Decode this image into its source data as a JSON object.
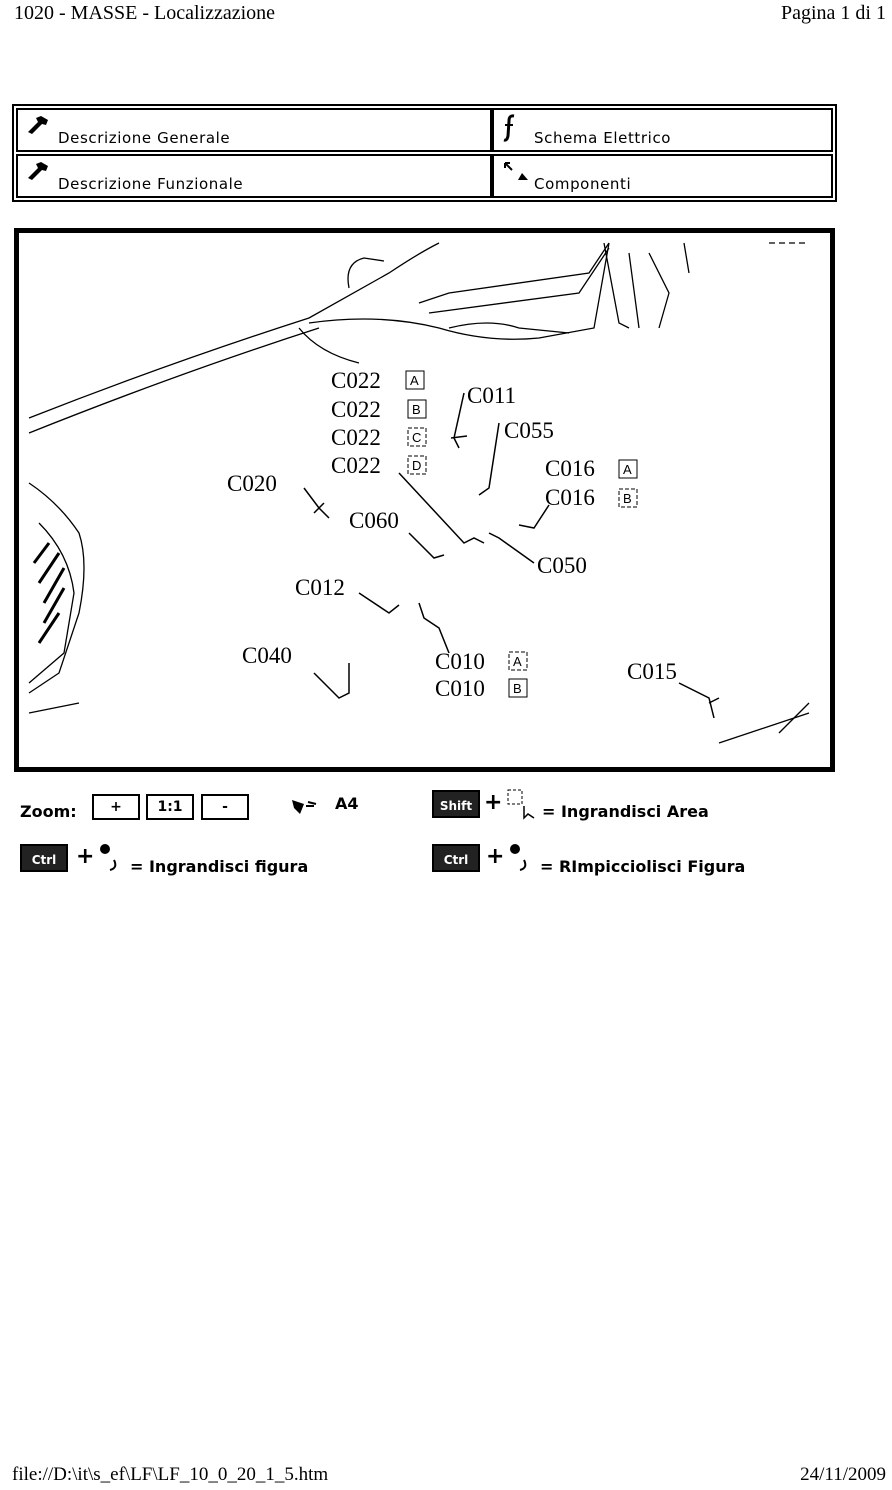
{
  "print_header": {
    "title": "1020 - MASSE - Localizzazione",
    "page": "Pagina 1 di 1"
  },
  "nav": {
    "descrizione_generale": "Descrizione Generale",
    "schema_elettrico": "Schema Elettrico",
    "descrizione_funzionale": "Descrizione Funzionale",
    "componenti": "Componenti"
  },
  "figure": {
    "labels": [
      {
        "id": "c022a",
        "text": "C022",
        "box": "A"
      },
      {
        "id": "c022b",
        "text": "C022",
        "box": "B"
      },
      {
        "id": "c022c",
        "text": "C022",
        "box": "C"
      },
      {
        "id": "c022d",
        "text": "C022",
        "box": "D"
      },
      {
        "id": "c011",
        "text": "C011",
        "box": ""
      },
      {
        "id": "c055",
        "text": "C055",
        "box": ""
      },
      {
        "id": "c016a",
        "text": "C016",
        "box": "A"
      },
      {
        "id": "c016b",
        "text": "C016",
        "box": "B"
      },
      {
        "id": "c020",
        "text": "C020",
        "box": ""
      },
      {
        "id": "c060",
        "text": "C060",
        "box": ""
      },
      {
        "id": "c050",
        "text": "C050",
        "box": ""
      },
      {
        "id": "c012",
        "text": "C012",
        "box": ""
      },
      {
        "id": "c040",
        "text": "C040",
        "box": ""
      },
      {
        "id": "c010a",
        "text": "C010",
        "box": "A"
      },
      {
        "id": "c010b",
        "text": "C010",
        "box": "B"
      },
      {
        "id": "c015",
        "text": "C015",
        "box": ""
      }
    ]
  },
  "toolbar": {
    "zoom_label": "Zoom:",
    "zoom_in": "+",
    "zoom_reset": "1:1",
    "zoom_out": "-",
    "print_format": "A4",
    "shift_key": "Shift",
    "ctrl_key": "Ctrl",
    "plus_sign": "+",
    "ingrandisci_area": "= Ingrandisci Area",
    "ingrandisci_figura": "= Ingrandisci figura",
    "rimpicciolisci_figura": "= RImpicciolisci Figura"
  },
  "print_footer": {
    "path": "file://D:\\it\\s_ef\\LF\\LF_10_0_20_1_5.htm",
    "date": "24/11/2009"
  },
  "icons": {
    "nav_general": "wrench-icon",
    "nav_schema": "function-f-icon",
    "nav_funz": "wrench-icon",
    "nav_comp": "component-arrows-icon",
    "print": "printer-icon",
    "mouse": "mouse-icon",
    "area_select": "area-select-icon"
  }
}
